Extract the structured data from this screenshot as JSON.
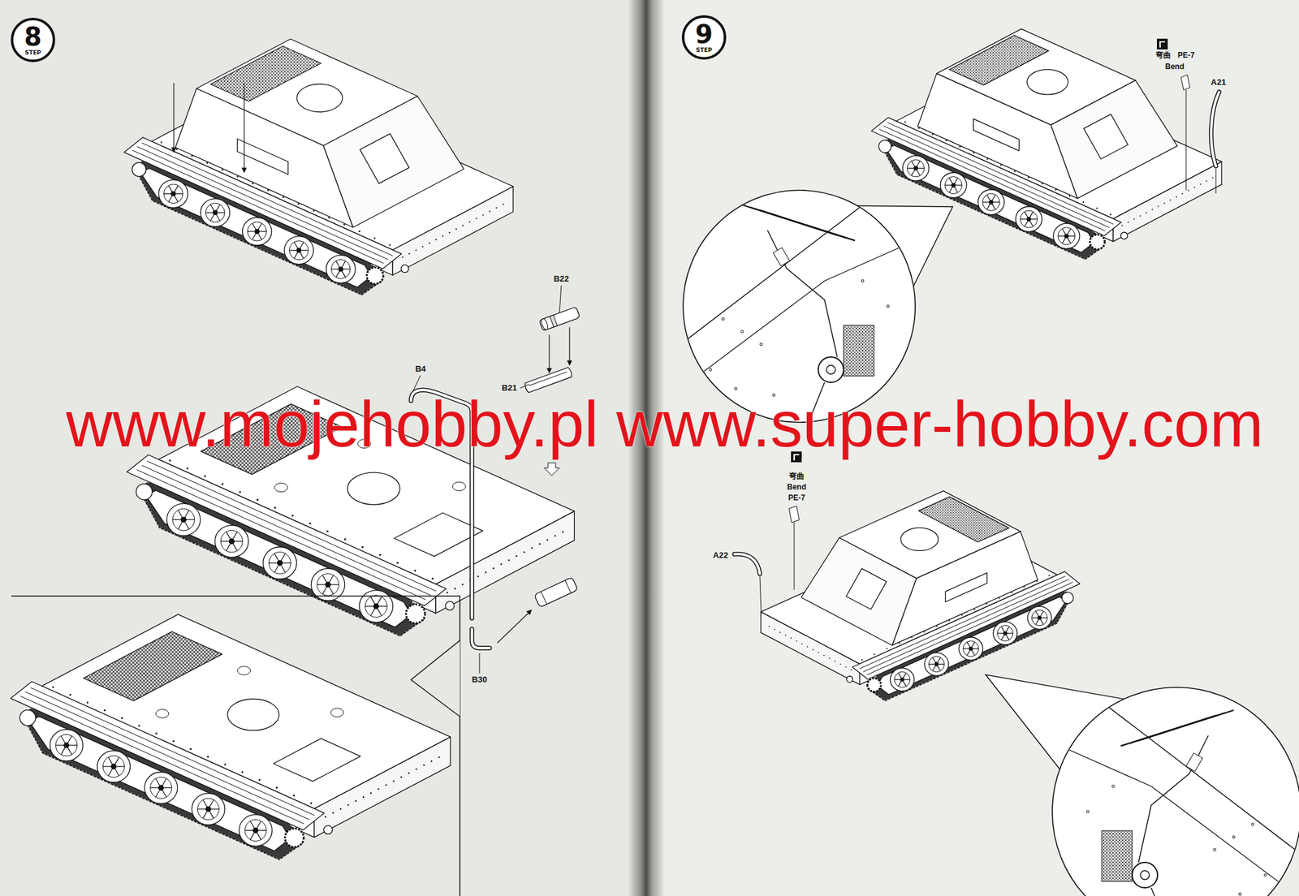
{
  "diagram": {
    "nodes": [
      {
        "text": [
          "8",
          "STEP"
        ]
      },
      {
        "text": [
          "9",
          "STEP"
        ]
      }
    ],
    "labels": [
      "B22",
      "B4",
      "B21",
      "B30",
      "弯曲",
      "PE-7",
      "Bend",
      "A21",
      "弯曲",
      "Bend",
      "PE-7",
      "A22",
      "www.mojehobby.pl www.super-hobby.com"
    ]
  }
}
